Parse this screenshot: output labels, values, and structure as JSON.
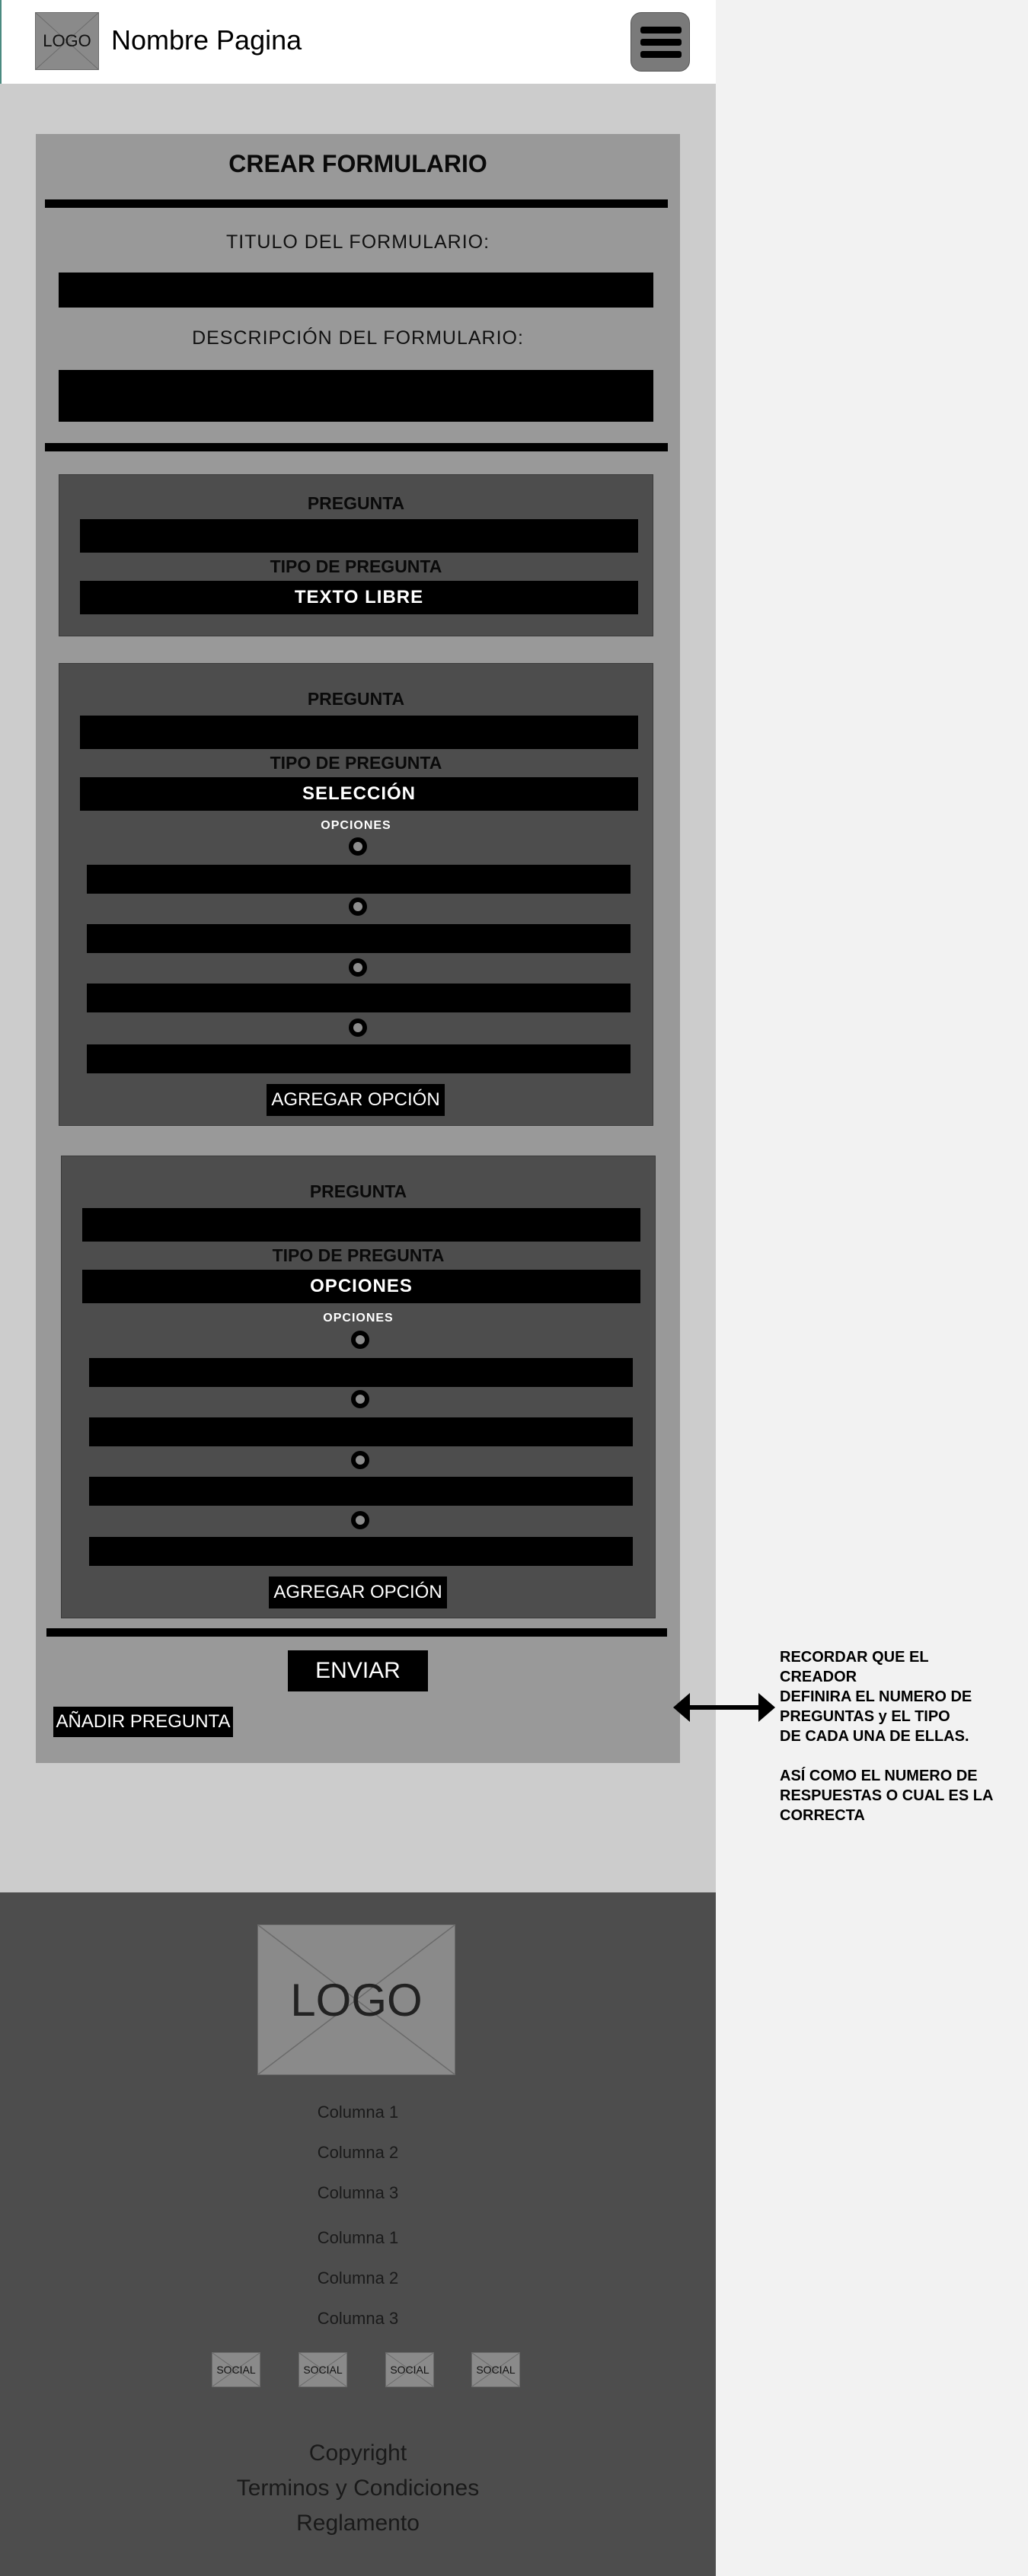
{
  "header": {
    "logo_label": "LOGO",
    "page_title": "Nombre Pagina",
    "menu_icon": "hamburger-menu-icon"
  },
  "form": {
    "heading": "CREAR FORMULARIO",
    "title_label": "TITULO DEL FORMULARIO:",
    "title_value": "",
    "description_label": "DESCRIPCIÓN DEL FORMULARIO:",
    "description_value": "",
    "questions": [
      {
        "question_label": "PREGUNTA",
        "type_label": "TIPO DE PREGUNTA",
        "type_value": "TEXTO LIBRE"
      },
      {
        "question_label": "PREGUNTA",
        "type_label": "TIPO DE PREGUNTA",
        "type_value": "SELECCIÓN",
        "options_label": "OPCIONES",
        "add_option_label": "AGREGAR OPCIÓN"
      },
      {
        "question_label": "PREGUNTA",
        "type_label": "TIPO DE PREGUNTA",
        "type_value": "OPCIONES",
        "options_label": "OPCIONES",
        "add_option_label": "AGREGAR OPCIÓN"
      }
    ],
    "send_label": "ENVIAR",
    "add_question_label": "AÑADIR PREGUNTA"
  },
  "note": {
    "text": "RECORDAR QUE EL CREADOR\nDEFINIRA EL NUMERO DE\nPREGUNTAS y EL TIPO\nDE CADA UNA DE ELLAS.\n\nASÍ COMO EL NUMERO DE\nRESPUESTAS O CUAL ES LA\nCORRECTA"
  },
  "footer": {
    "logo_label": "LOGO",
    "links": [
      "Columna 1",
      "Columna 2",
      "Columna 3",
      "Columna 1",
      "Columna 2",
      "Columna 3"
    ],
    "social_label": "SOCIAL",
    "copyright": "Copyright",
    "terms": "Terminos y Condiciones",
    "rules": "Reglamento"
  },
  "colors": {
    "header_bg": "#ffffff",
    "main_bg": "#cccccc",
    "card_bg": "#999999",
    "question_bg": "#4d4d4d",
    "footer_bg": "#4d4d4d",
    "side_bg": "#f2f2f2"
  }
}
